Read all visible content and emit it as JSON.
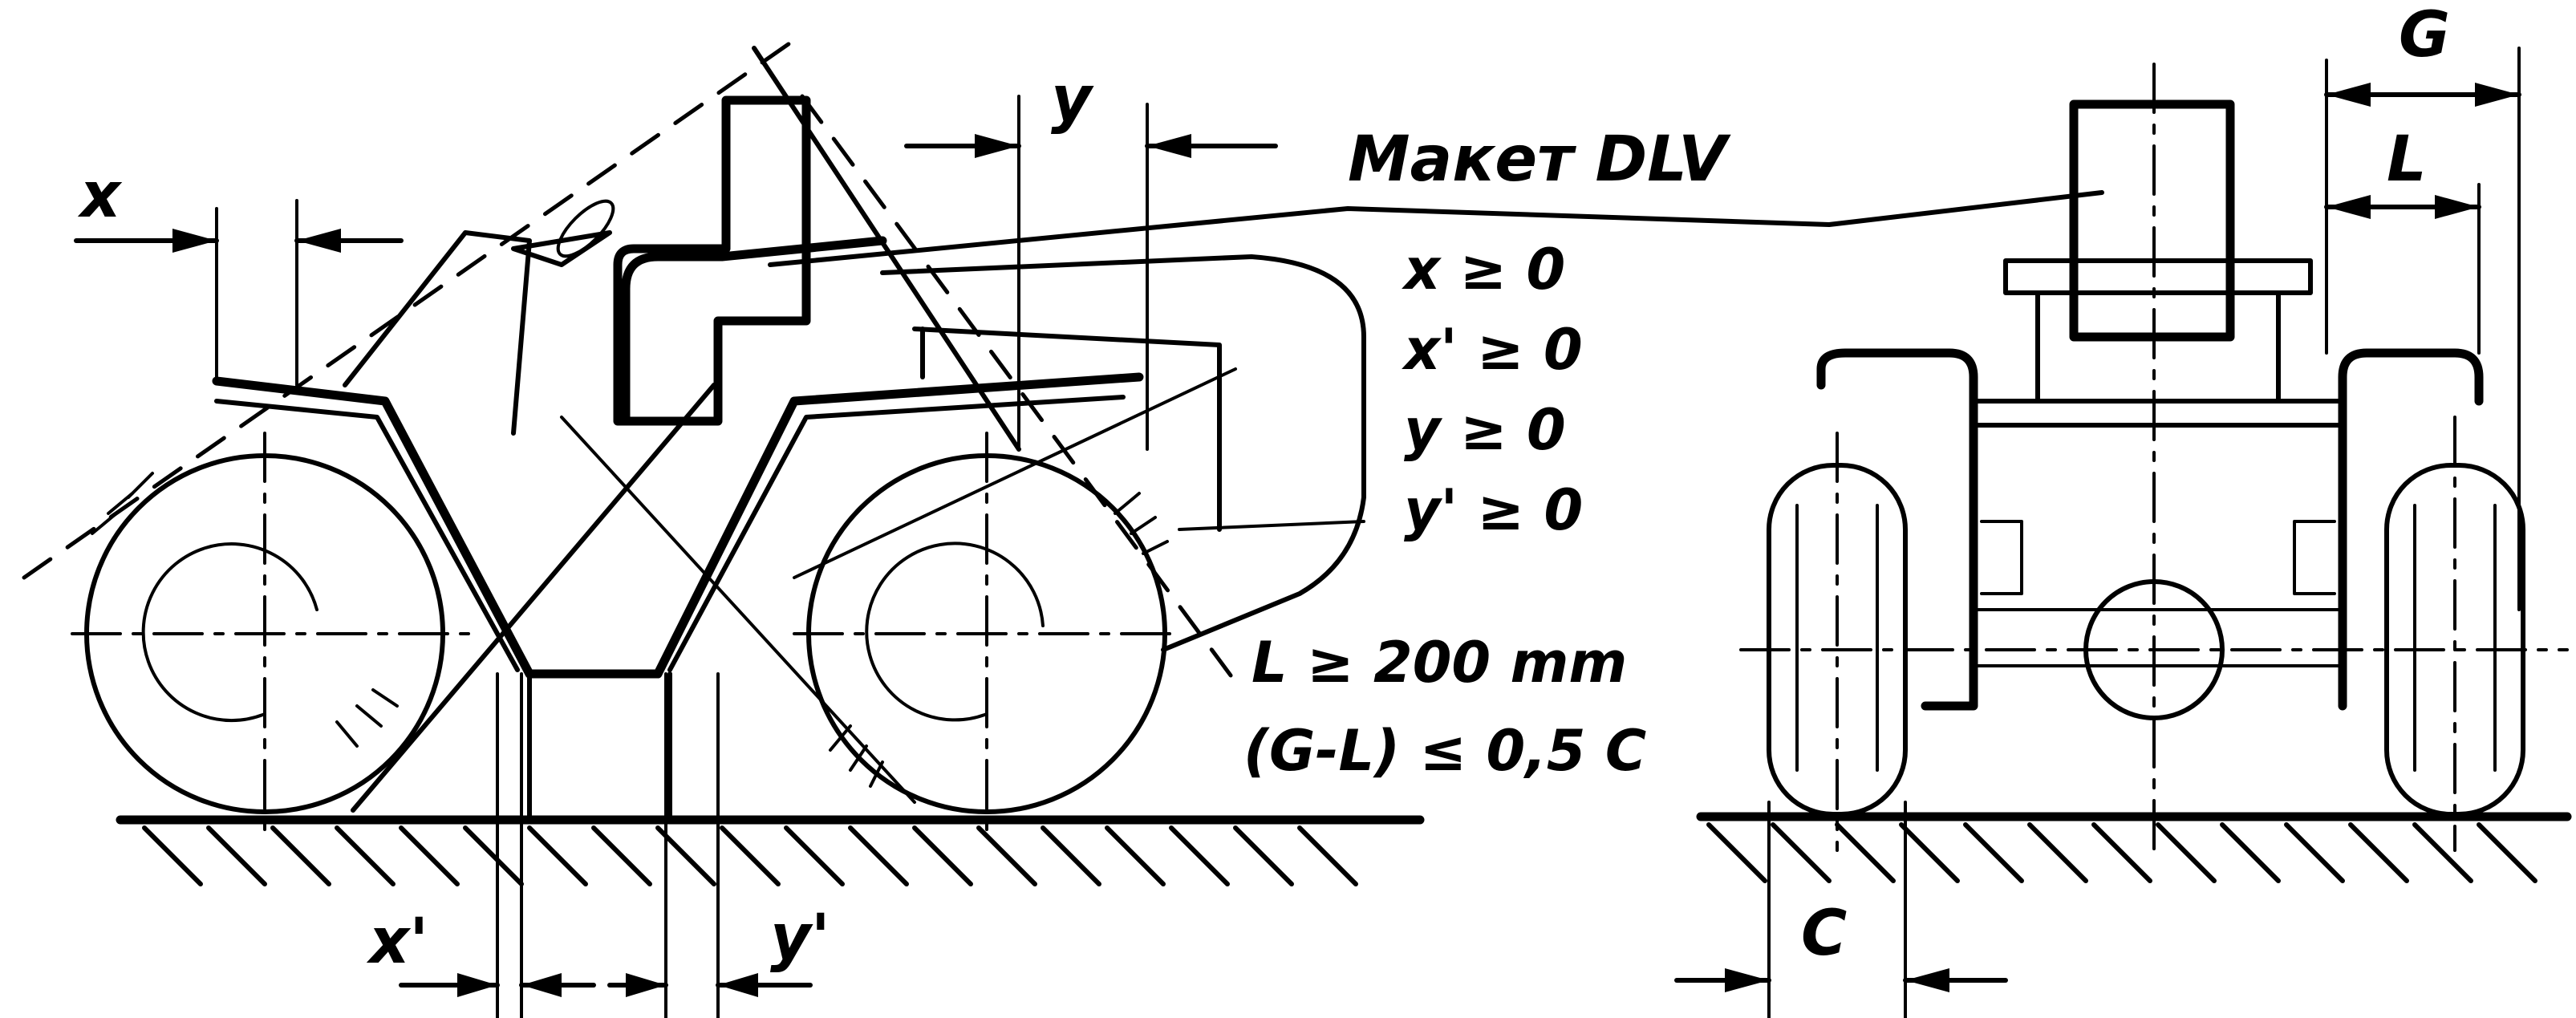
{
  "labels": {
    "x": "x",
    "y": "y",
    "x_prime": "x'",
    "y_prime": "y'",
    "maket": "Макет DLV",
    "c": "C",
    "l": "L",
    "g": "G"
  },
  "conditions": [
    "x ≥ 0",
    "x' ≥ 0",
    "y ≥ 0",
    "y' ≥ 0",
    "L ≥ 200 mm",
    "(G-L) ≤ 0,5 C"
  ]
}
